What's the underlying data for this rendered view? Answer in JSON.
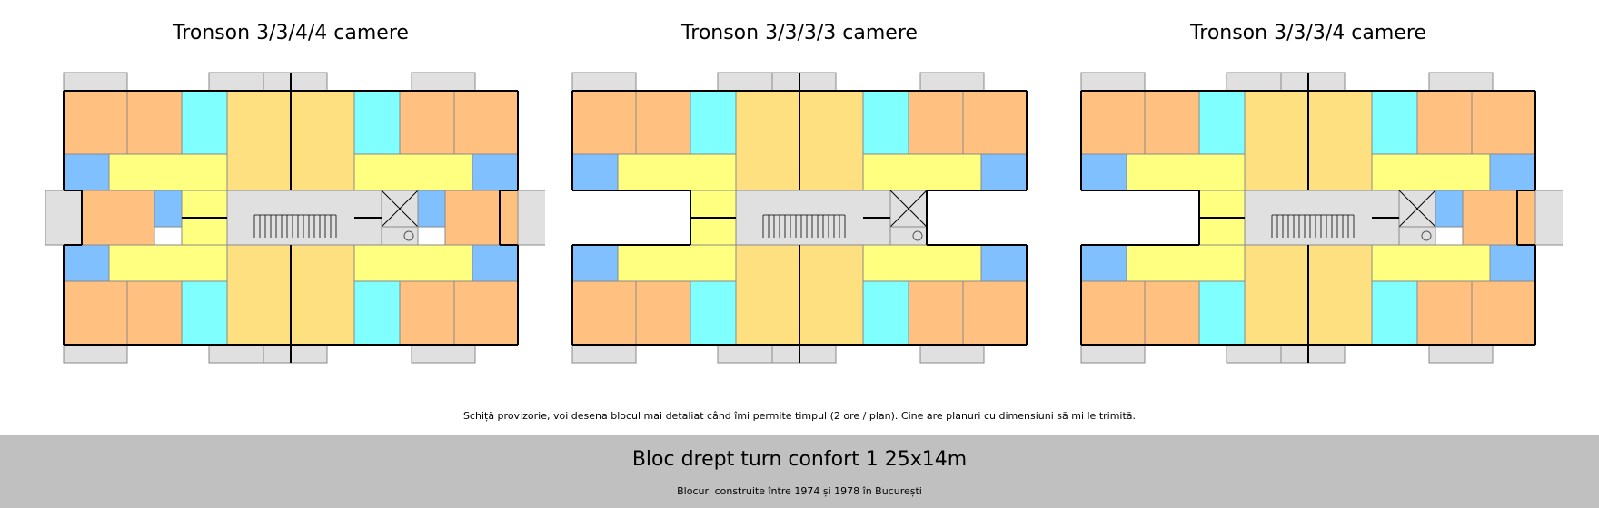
{
  "plans": [
    {
      "title": "Tronson 3/3/4/4 camere",
      "variant": "both"
    },
    {
      "title": "Tronson 3/3/3/3 camere",
      "variant": "none"
    },
    {
      "title": "Tronson 3/3/3/4 camere",
      "variant": "right"
    }
  ],
  "note": "Schiță provizorie, voi desena blocul mai detaliat când îmi permite timpul (2 ore / plan). Cine are planuri cu dimensiuni să mi le trimită.",
  "footer": {
    "title": "Bloc drept turn confort 1 25x14m",
    "subtitle": "Blocuri construite între 1974 și 1978 în București"
  },
  "colors": {
    "room": "#ffc080",
    "living": "#ffe080",
    "kitchen": "#80ffff",
    "bath": "#80c0ff",
    "hall": "#ffff80",
    "common": "#e0e0e0",
    "footer_bg": "#c0c0c0"
  }
}
